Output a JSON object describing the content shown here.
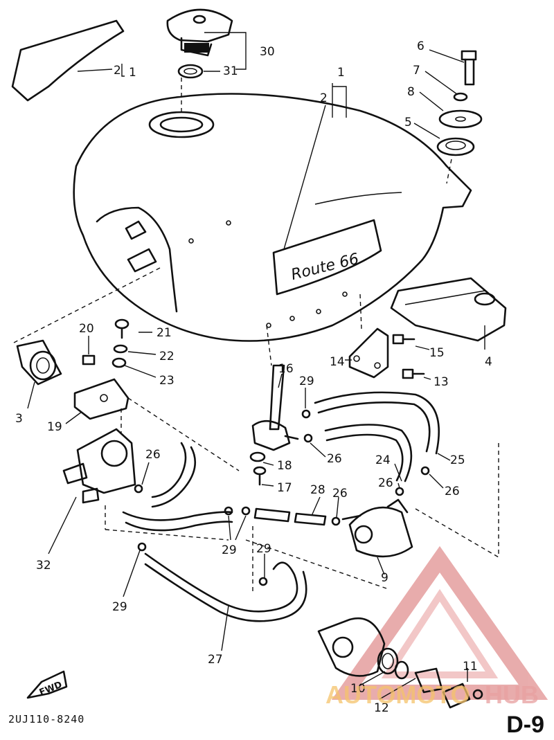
{
  "diagram": {
    "callouts": [
      "1",
      "2",
      "2",
      "1",
      "3",
      "4",
      "5",
      "6",
      "7",
      "8",
      "9",
      "10",
      "11",
      "12",
      "13",
      "14",
      "15",
      "16",
      "17",
      "18",
      "19",
      "20",
      "21",
      "22",
      "23",
      "24",
      "25",
      "26",
      "26",
      "26",
      "26",
      "26",
      "27",
      "28",
      "29",
      "29",
      "29",
      "29",
      "30",
      "31",
      "32"
    ],
    "fwd_label": "FWD",
    "tank_badge": "Route 66",
    "drawing_code": "2UJ110-8240",
    "page_id": "D-9"
  },
  "watermark": {
    "text_primary": "AUTOMOTO",
    "text_secondary": "HUB",
    "colors": {
      "primary": "#e8a0a0",
      "secondary": "#f5c36b",
      "accent": "#c0392b"
    }
  }
}
